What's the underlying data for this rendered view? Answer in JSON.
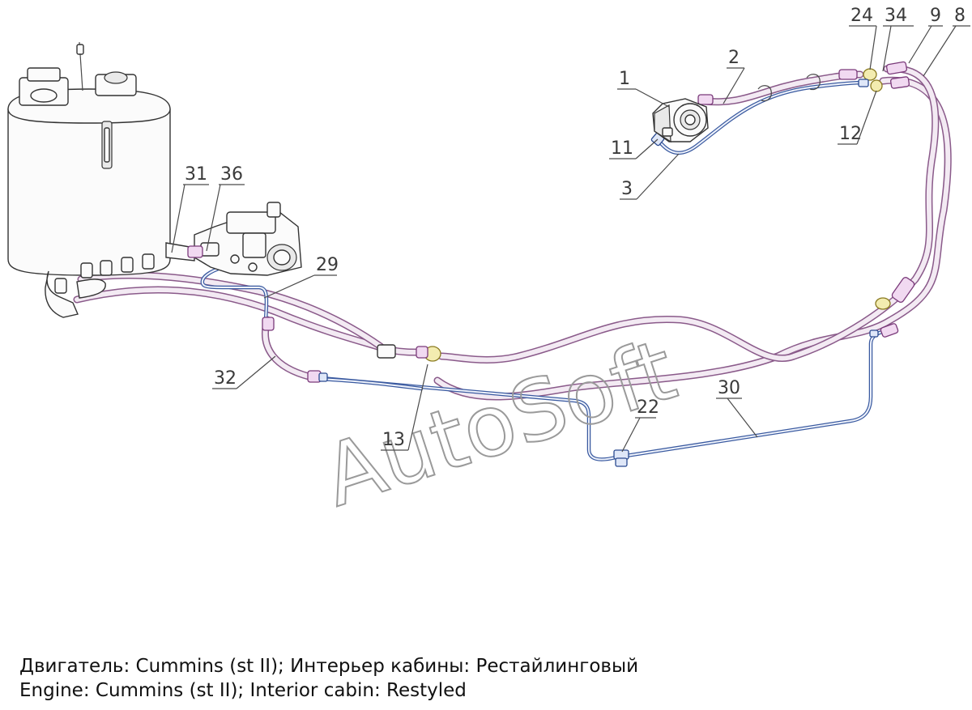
{
  "watermark": "AutoSoft",
  "callouts": [
    "1",
    "2",
    "3",
    "8",
    "9",
    "11",
    "12",
    "13",
    "22",
    "24",
    "29",
    "30",
    "31",
    "32",
    "34",
    "36"
  ],
  "caption": {
    "line_ru": "Двигатель: Cummins (st II); Интерьер кабины: Рестайлинговый",
    "line_en": "Engine: Cummins (st II); Interior cabin: Restyled"
  },
  "colors": {
    "hose": "#8a5a8a",
    "tube": "#3a5aa0",
    "fitting_yellow": "#f3ecb0",
    "line_art": "#333333"
  }
}
